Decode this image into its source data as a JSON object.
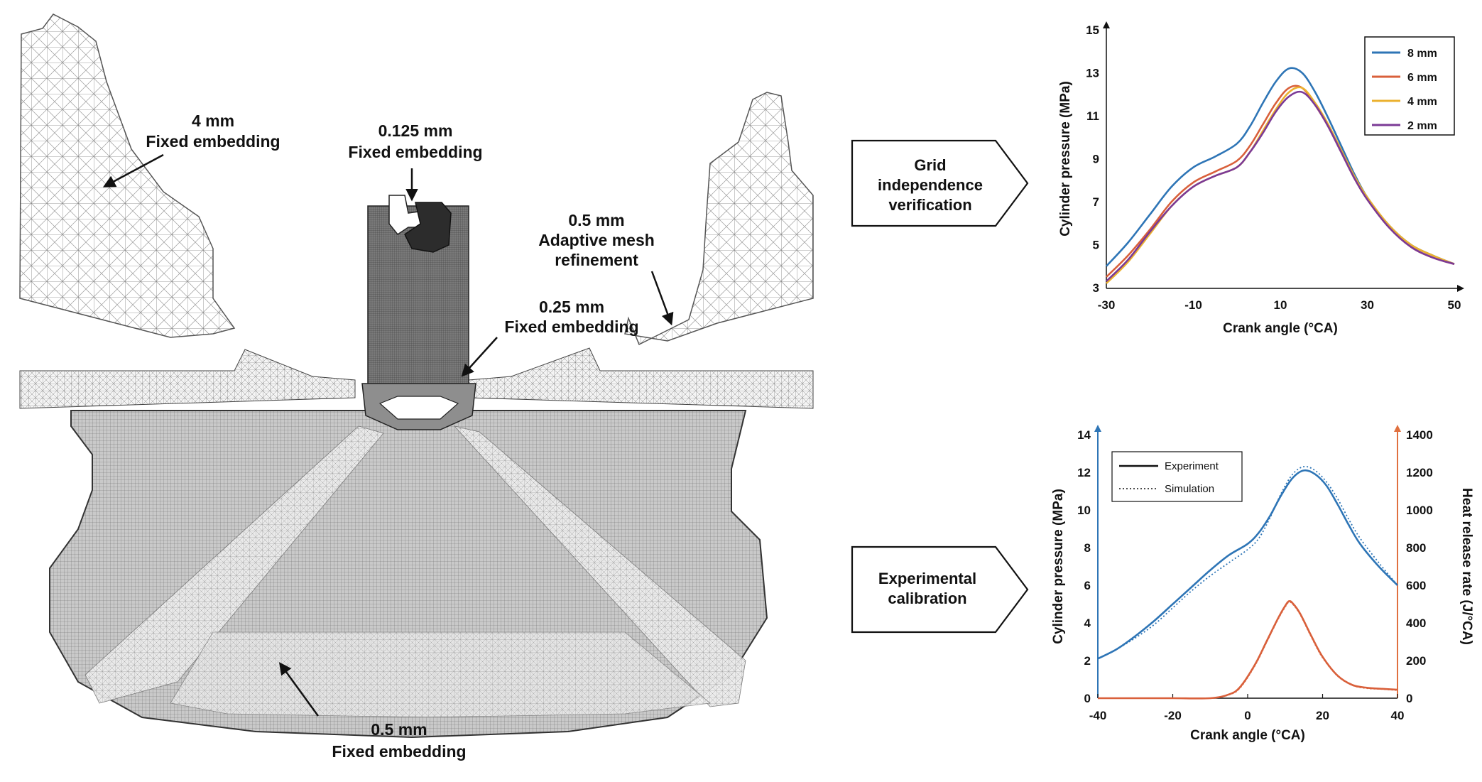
{
  "mesh_labels": {
    "coarse": [
      "4 mm",
      "Fixed embedding"
    ],
    "injector": [
      "0.125 mm",
      "Fixed embedding"
    ],
    "amr": [
      "0.5 mm",
      "Adaptive mesh",
      "refinement"
    ],
    "nozzle": [
      "0.25 mm",
      "Fixed embedding"
    ],
    "spray": [
      "0.5 mm",
      "Fixed embedding"
    ]
  },
  "process_arrows": {
    "grid": [
      "Grid",
      "independence",
      "verification"
    ],
    "calib": [
      "Experimental",
      "calibration"
    ]
  },
  "chart_data": [
    {
      "type": "line",
      "xlabel": "Crank angle (°CA)",
      "ylabel": "Cylinder pressure (MPa)",
      "xlim": [
        -30,
        50
      ],
      "ylim": [
        3,
        15
      ],
      "xticks": [
        "-30",
        "-10",
        "10",
        "30",
        "50"
      ],
      "yticks": [
        "3",
        "5",
        "7",
        "9",
        "11",
        "13",
        "15"
      ],
      "legend_position": "top-right",
      "series": [
        {
          "name": "8 mm",
          "color": "#2e75b6",
          "x": [
            -30,
            -25,
            -20,
            -15,
            -10,
            -5,
            0,
            3,
            6,
            9,
            12,
            15,
            18,
            21,
            24,
            27,
            30,
            35,
            40,
            45,
            50
          ],
          "y": [
            4.0,
            5.1,
            6.4,
            7.7,
            8.6,
            9.1,
            9.7,
            10.5,
            11.6,
            12.6,
            13.2,
            13.0,
            12.1,
            10.9,
            9.6,
            8.3,
            7.2,
            5.9,
            5.0,
            4.5,
            4.1
          ]
        },
        {
          "name": "6 mm",
          "color": "#d9603b",
          "x": [
            -30,
            -25,
            -20,
            -15,
            -10,
            -5,
            0,
            3,
            6,
            9,
            12,
            15,
            18,
            21,
            24,
            27,
            30,
            35,
            40,
            45,
            50
          ],
          "y": [
            3.5,
            4.5,
            5.7,
            7.0,
            7.9,
            8.4,
            8.9,
            9.6,
            10.6,
            11.6,
            12.3,
            12.3,
            11.5,
            10.5,
            9.3,
            8.1,
            7.1,
            5.8,
            4.9,
            4.4,
            4.1
          ]
        },
        {
          "name": "4 mm",
          "color": "#ebb12f",
          "x": [
            -30,
            -25,
            -20,
            -15,
            -10,
            -5,
            0,
            3,
            6,
            9,
            12,
            15,
            18,
            21,
            24,
            27,
            30,
            35,
            40,
            45,
            50
          ],
          "y": [
            3.2,
            4.2,
            5.5,
            6.8,
            7.7,
            8.2,
            8.6,
            9.3,
            10.3,
            11.3,
            12.1,
            12.3,
            11.6,
            10.6,
            9.4,
            8.2,
            7.2,
            5.9,
            5.0,
            4.5,
            4.1
          ]
        },
        {
          "name": "2 mm",
          "color": "#7b3a96",
          "x": [
            -30,
            -25,
            -20,
            -15,
            -10,
            -5,
            0,
            3,
            6,
            9,
            12,
            15,
            18,
            21,
            24,
            27,
            30,
            35,
            40,
            45,
            50
          ],
          "y": [
            3.3,
            4.3,
            5.6,
            6.8,
            7.7,
            8.2,
            8.6,
            9.3,
            10.2,
            11.2,
            11.9,
            12.1,
            11.5,
            10.5,
            9.3,
            8.1,
            7.1,
            5.8,
            4.9,
            4.4,
            4.1
          ]
        }
      ]
    },
    {
      "type": "line",
      "xlabel": "Crank angle (°CA)",
      "ylabel": "Cylinder pressure (MPa)",
      "y2label": "Heat release rate (J/°CA)",
      "xlim": [
        -40,
        40
      ],
      "ylim": [
        0,
        14
      ],
      "y2lim": [
        0,
        1400
      ],
      "xticks": [
        "-40",
        "-20",
        "0",
        "20",
        "40"
      ],
      "yticks": [
        "0",
        "2",
        "4",
        "6",
        "8",
        "10",
        "12",
        "14"
      ],
      "y2ticks": [
        "0",
        "200",
        "400",
        "600",
        "800",
        "1000",
        "1200",
        "1400"
      ],
      "legend_position": "top-left",
      "legend": [
        "Experiment",
        "Simulation"
      ],
      "series": [
        {
          "name": "Experiment",
          "color": "#2e75b6",
          "axis": "left",
          "style": "solid",
          "x": [
            -40,
            -35,
            -30,
            -25,
            -20,
            -15,
            -10,
            -5,
            0,
            3,
            6,
            9,
            12,
            15,
            18,
            21,
            24,
            27,
            30,
            35,
            40
          ],
          "y": [
            2.1,
            2.6,
            3.3,
            4.1,
            5.0,
            5.9,
            6.8,
            7.6,
            8.2,
            8.8,
            9.7,
            10.8,
            11.7,
            12.1,
            11.9,
            11.3,
            10.3,
            9.2,
            8.2,
            7.0,
            6.0
          ]
        },
        {
          "name": "Simulation",
          "color": "#2e75b6",
          "axis": "left",
          "style": "dotted",
          "x": [
            -40,
            -35,
            -30,
            -25,
            -20,
            -15,
            -10,
            -5,
            0,
            3,
            6,
            9,
            12,
            15,
            18,
            21,
            24,
            27,
            30,
            35,
            40
          ],
          "y": [
            2.1,
            2.6,
            3.2,
            3.9,
            4.8,
            5.7,
            6.5,
            7.2,
            7.9,
            8.5,
            9.6,
            10.9,
            11.9,
            12.3,
            12.1,
            11.5,
            10.6,
            9.5,
            8.5,
            7.2,
            6.0
          ]
        },
        {
          "name": "Experiment HRR",
          "color": "#d9603b",
          "axis": "right",
          "style": "solid",
          "x": [
            -40,
            -30,
            -20,
            -10,
            -5,
            -2,
            2,
            5,
            8,
            10,
            11,
            12,
            14,
            17,
            20,
            24,
            28,
            32,
            36,
            40
          ],
          "y": [
            0,
            0,
            0,
            0,
            20,
            60,
            180,
            300,
            420,
            490,
            515,
            505,
            450,
            330,
            220,
            120,
            70,
            55,
            50,
            45
          ]
        },
        {
          "name": "Simulation HRR",
          "color": "#d9603b",
          "axis": "right",
          "style": "dotted",
          "x": [
            -40,
            -30,
            -20,
            -10,
            -5,
            -2,
            2,
            5,
            8,
            10,
            11,
            12,
            14,
            17,
            20,
            24,
            28,
            32,
            36,
            40
          ],
          "y": [
            0,
            0,
            0,
            0,
            18,
            55,
            175,
            295,
            415,
            485,
            510,
            500,
            445,
            325,
            215,
            118,
            68,
            52,
            48,
            42
          ]
        }
      ]
    }
  ]
}
